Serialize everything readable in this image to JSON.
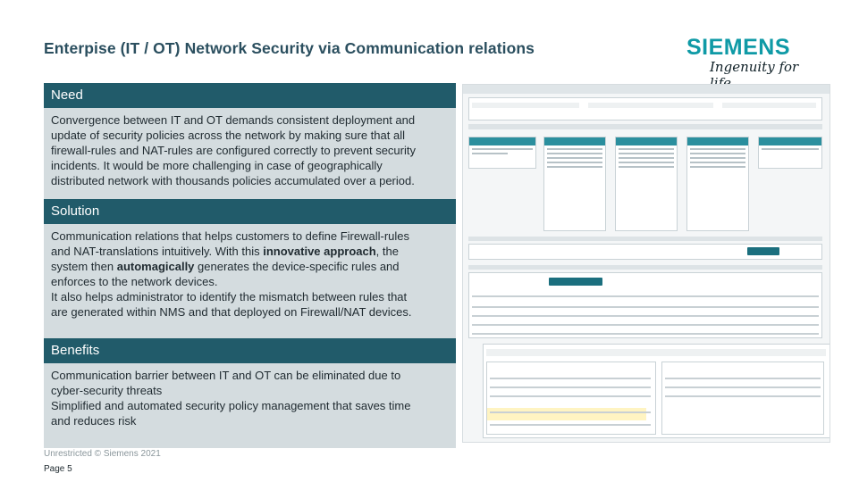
{
  "title": "Enterpise (IT / OT) Network Security via Communication relations",
  "logo": {
    "wordmark": "SIEMENS",
    "tagline": "Ingenuity for life",
    "color": "#0f9aa6"
  },
  "sections": [
    {
      "heading": "Need",
      "lines": [
        "Convergence between IT and OT demands consistent deployment and",
        "update of security policies across the network by making sure that all",
        "firewall-rules and NAT-rules are configured correctly to prevent security",
        "incidents. It would be more challenging in case of geographically",
        "distributed network with thousands policies accumulated over a period."
      ]
    },
    {
      "heading": "Solution",
      "lines": [
        "Communication relations that helps customers to define Firewall-rules",
        "and NAT-translations intuitively. With this",
        "innovative approach",
        ", the",
        "system then",
        "automagically",
        "generates the device-specific rules and",
        "enforces to the network devices.",
        "It also helps administrator to identify the mismatch between rules that",
        "are generated within NMS and that deployed on Firewall/NAT devices."
      ]
    },
    {
      "heading": "Benefits",
      "lines": [
        "Communication barrier between IT and OT can be eliminated due to",
        "cyber-security threats",
        "Simplified and automated security policy management that saves time",
        "and reduces risk"
      ]
    }
  ],
  "footer": {
    "classification": "Unrestricted © Siemens 2021",
    "page": "Page 5"
  },
  "colors": {
    "title": "#2b4f5f",
    "panel_head": "#215b6a",
    "panel_body": "#d4dcdf"
  }
}
